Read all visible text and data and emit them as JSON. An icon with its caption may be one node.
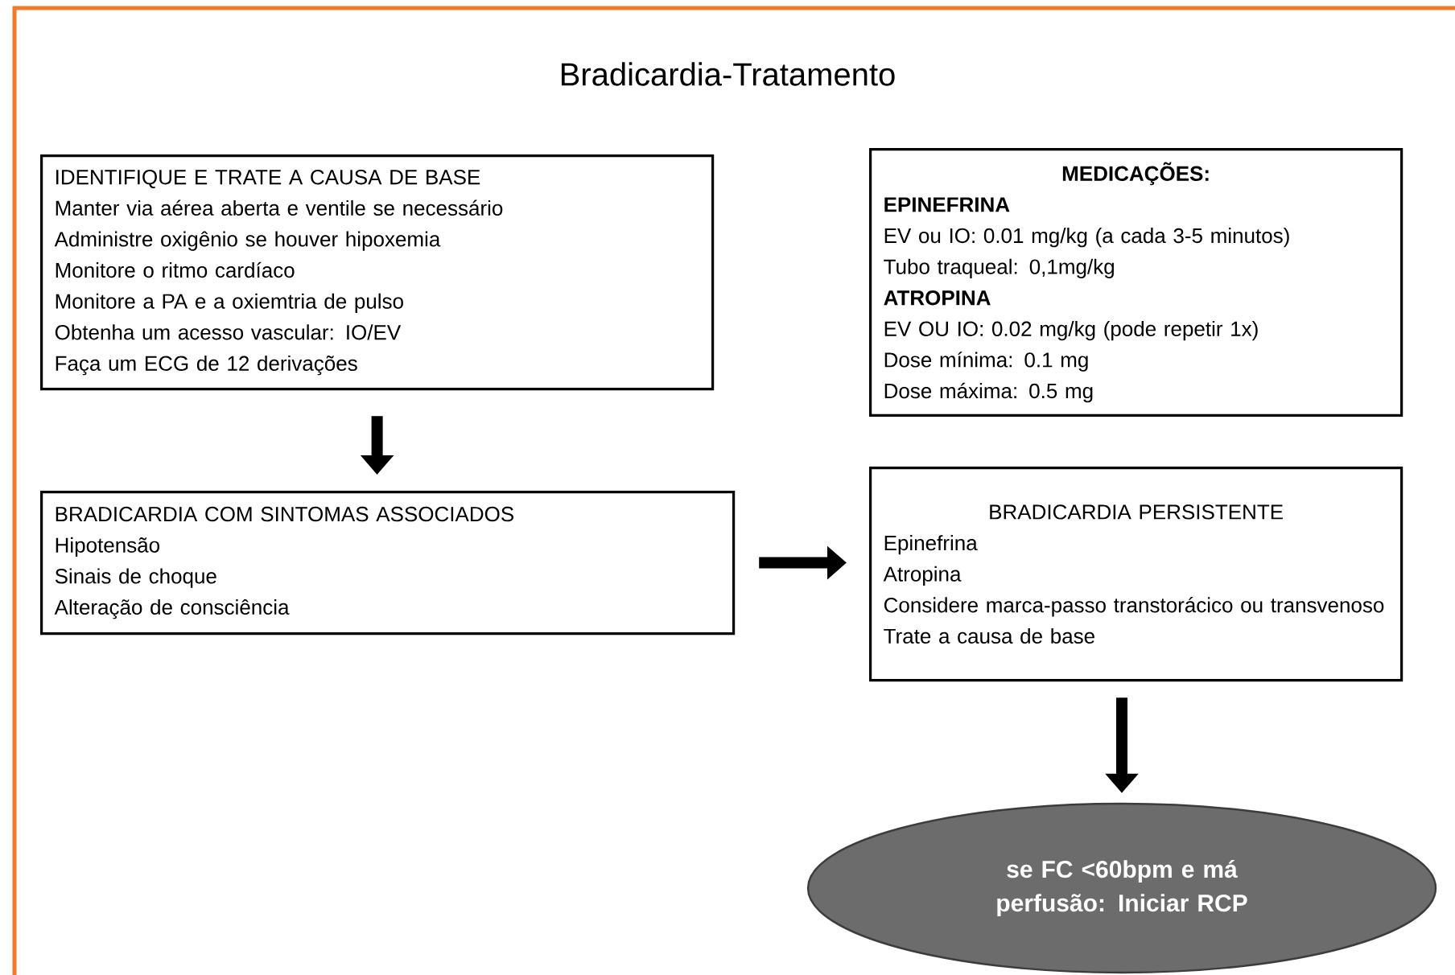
{
  "diagram": {
    "title": "Bradicardia-Tratamento",
    "nodes": [
      {
        "text": [
          "IDENTIFIQUE E TRATE A CAUSA DE BASE",
          "Manter via aérea aberta e ventile se necessário",
          "Administre oxigênio se houver hipoxemia",
          "Monitore o ritmo cardíaco",
          "Monitore a PA e a oxiemtria de pulso",
          "Obtenha um acesso vascular: IO/EV",
          "Faça um ECG de 12 derivações"
        ]
      },
      {
        "text": [
          "**MEDICAÇÕES:**",
          "**EPINEFRINA**",
          "EV ou IO: 0.01 mg/kg (a cada 3-5 minutos)",
          "Tubo traqueal:  0,1mg/kg",
          "**ATROPINA**",
          "EV OU IO: 0.02 mg/kg (pode repetir 1x)",
          "Dose mínima: 0.1 mg",
          "Dose máxima: 0.5 mg"
        ]
      },
      {
        "text": [
          "BRADICARDIA COM SINTOMAS ASSOCIADOS",
          "Hipotensão",
          "Sinais de choque",
          "Alteração de consciência"
        ]
      },
      {
        "text": [
          "BRADICARDIA PERSISTENTE",
          "Epinefrina",
          "Atropina",
          "Considere marca-passo transtorácico ou transvenoso",
          "Trate a causa de base"
        ]
      },
      {
        "text": [
          "se FC <60bpm e má perfusão: Iniciar RCP"
        ]
      }
    ],
    "edges": [
      {
        "from": 0,
        "to": 2,
        "arrow": "to"
      },
      {
        "from": 2,
        "to": 3,
        "arrow": "to"
      },
      {
        "from": 3,
        "to": 4,
        "arrow": "to"
      }
    ]
  }
}
